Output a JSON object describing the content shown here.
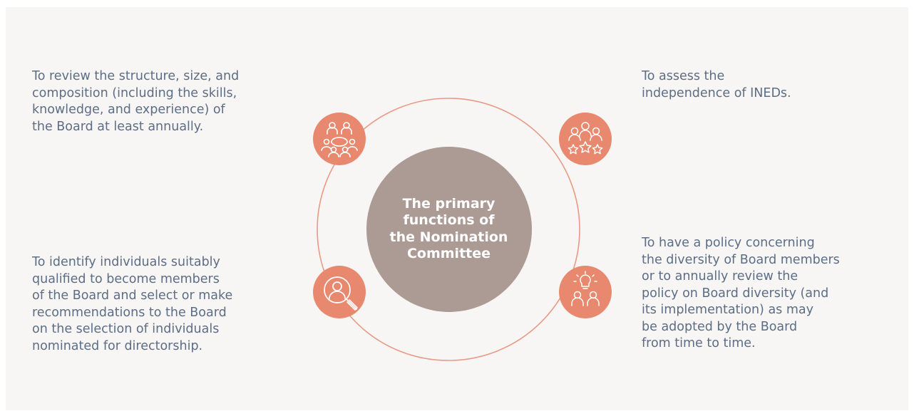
{
  "colors": {
    "background": "#f8f6f4",
    "text": "#5c6d86",
    "accent": "#e8896f",
    "center": "#ac9a94",
    "ring": "#e79a86"
  },
  "center": {
    "title": "The primary\nfunctions of\nthe Nomination\nCommittee"
  },
  "functions": [
    {
      "position": "top-left",
      "icon": "board-meeting-icon",
      "text": "To review the structure, size, and\ncomposition (including the skills,\nknowledge, and experience) of\nthe Board at least annually."
    },
    {
      "position": "bottom-left",
      "icon": "person-search-icon",
      "text": "To identify individuals suitably\nqualified to become members\nof the Board and select or make\nrecommendations to the Board\non the selection of individuals\nnominated for directorship."
    },
    {
      "position": "top-right",
      "icon": "team-stars-icon",
      "text": "To assess the\nindependence of INEDs."
    },
    {
      "position": "bottom-right",
      "icon": "team-idea-icon",
      "text": "To have a policy concerning\nthe diversity of Board members\nor to annually review the\npolicy on Board diversity (and\nits implementation) as may\nbe adopted by the Board\nfrom time to time."
    }
  ]
}
